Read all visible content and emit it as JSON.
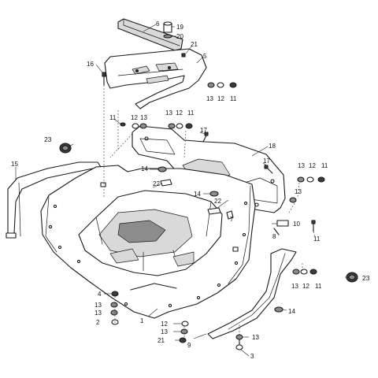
{
  "diagram": {
    "callouts": [
      {
        "id": "c6",
        "text": "6"
      },
      {
        "id": "c19",
        "text": "19"
      },
      {
        "id": "c20",
        "text": "20"
      },
      {
        "id": "c21a",
        "text": "21"
      },
      {
        "id": "c5",
        "text": "5"
      },
      {
        "id": "c16",
        "text": "16"
      },
      {
        "id": "c13a",
        "text": "13"
      },
      {
        "id": "c12a",
        "text": "12"
      },
      {
        "id": "c11a",
        "text": "11"
      },
      {
        "id": "c11b",
        "text": "11"
      },
      {
        "id": "c12b",
        "text": "12"
      },
      {
        "id": "c13b",
        "text": "13"
      },
      {
        "id": "c13c",
        "text": "13"
      },
      {
        "id": "c12c",
        "text": "12"
      },
      {
        "id": "c11c",
        "text": "11"
      },
      {
        "id": "c17a",
        "text": "17"
      },
      {
        "id": "c23a",
        "text": "23"
      },
      {
        "id": "c18",
        "text": "18"
      },
      {
        "id": "c15",
        "text": "15"
      },
      {
        "id": "c14a",
        "text": "14"
      },
      {
        "id": "c17b",
        "text": "17"
      },
      {
        "id": "c13d",
        "text": "13"
      },
      {
        "id": "c12d",
        "text": "12"
      },
      {
        "id": "c11d",
        "text": "11"
      },
      {
        "id": "c13e",
        "text": "13"
      },
      {
        "id": "c14b",
        "text": "14"
      },
      {
        "id": "c22a",
        "text": "22"
      },
      {
        "id": "c22b",
        "text": "22"
      },
      {
        "id": "c7",
        "text": "7"
      },
      {
        "id": "c8",
        "text": "8"
      },
      {
        "id": "c10",
        "text": "10"
      },
      {
        "id": "c11e",
        "text": "11"
      },
      {
        "id": "c13f",
        "text": "13"
      },
      {
        "id": "c12e",
        "text": "12"
      },
      {
        "id": "c11f",
        "text": "11"
      },
      {
        "id": "c23b",
        "text": "23"
      },
      {
        "id": "c4",
        "text": "4"
      },
      {
        "id": "c13g",
        "text": "13"
      },
      {
        "id": "c13h",
        "text": "13"
      },
      {
        "id": "c2",
        "text": "2"
      },
      {
        "id": "c1",
        "text": "1"
      },
      {
        "id": "c14c",
        "text": "14"
      },
      {
        "id": "c12f",
        "text": "12"
      },
      {
        "id": "c13i",
        "text": "13"
      },
      {
        "id": "c21b",
        "text": "21"
      },
      {
        "id": "c9",
        "text": "9"
      },
      {
        "id": "c13j",
        "text": "13"
      },
      {
        "id": "c3",
        "text": "3"
      }
    ]
  }
}
